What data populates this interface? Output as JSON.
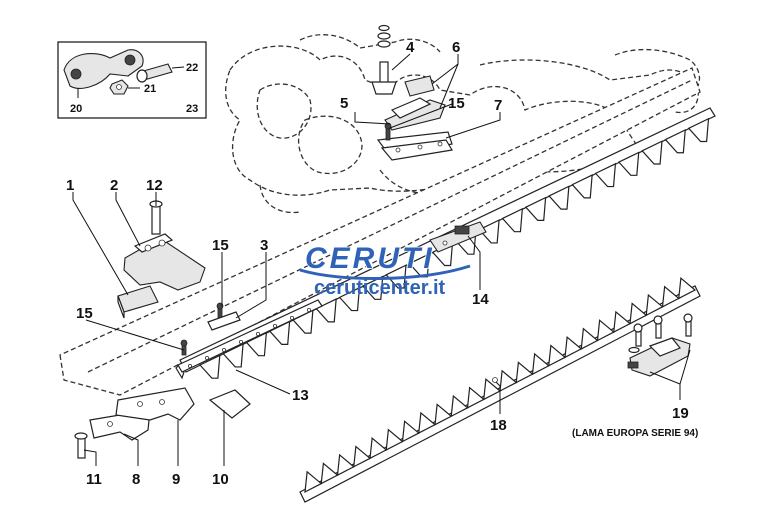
{
  "callouts": [
    {
      "id": "c1",
      "label": "1"
    },
    {
      "id": "c2",
      "label": "2"
    },
    {
      "id": "c3",
      "label": "3"
    },
    {
      "id": "c4",
      "label": "4"
    },
    {
      "id": "c5",
      "label": "5"
    },
    {
      "id": "c6",
      "label": "6"
    },
    {
      "id": "c7",
      "label": "7"
    },
    {
      "id": "c8",
      "label": "8"
    },
    {
      "id": "c9",
      "label": "9"
    },
    {
      "id": "c10",
      "label": "10"
    },
    {
      "id": "c11",
      "label": "11"
    },
    {
      "id": "c12",
      "label": "12"
    },
    {
      "id": "c13",
      "label": "13"
    },
    {
      "id": "c14",
      "label": "14"
    },
    {
      "id": "c15a",
      "label": "15"
    },
    {
      "id": "c15b",
      "label": "15"
    },
    {
      "id": "c15c",
      "label": "15"
    },
    {
      "id": "c18",
      "label": "18"
    },
    {
      "id": "c19",
      "label": "19"
    },
    {
      "id": "c20",
      "label": "20"
    },
    {
      "id": "c21",
      "label": "21"
    },
    {
      "id": "c22",
      "label": "22"
    },
    {
      "id": "c23",
      "label": "23"
    }
  ],
  "caption_19": "(LAMA EUROPA SERIE 94)",
  "watermark": {
    "logo": "CERUTI",
    "url": "ceruticenter.it"
  }
}
